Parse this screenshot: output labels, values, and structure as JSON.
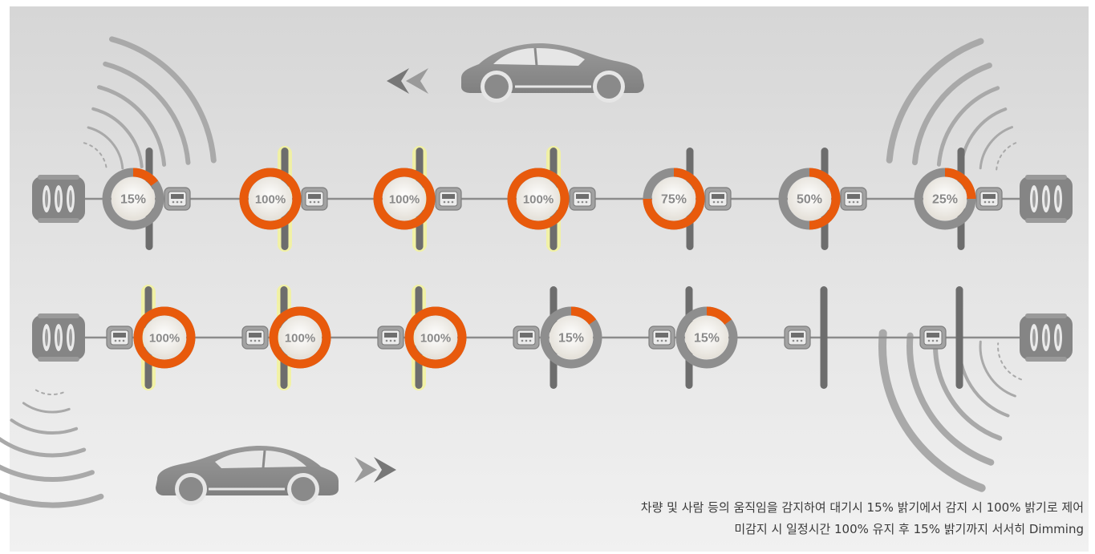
{
  "colors": {
    "accent": "#e85a0c",
    "track": "#8e8e8e",
    "lamp_glow": "#f3f39a",
    "inner": "#f2efe8",
    "device": "#858585"
  },
  "icons": {
    "car": "car-icon",
    "arrow_left": "double-chevron-left-icon",
    "arrow_right": "double-chevron-right-icon",
    "sensor": "motion-sensor-icon",
    "controller": "lamp-controller-icon"
  },
  "rows": [
    {
      "direction": "left",
      "lamps": [
        {
          "level": 15,
          "label": "15%",
          "lit": false
        },
        {
          "level": 100,
          "label": "100%",
          "lit": true
        },
        {
          "level": 100,
          "label": "100%",
          "lit": true
        },
        {
          "level": 100,
          "label": "100%",
          "lit": true
        },
        {
          "level": 75,
          "label": "75%",
          "lit": false
        },
        {
          "level": 50,
          "label": "50%",
          "lit": false
        },
        {
          "level": 25,
          "label": "25%",
          "lit": false
        }
      ]
    },
    {
      "direction": "right",
      "lamps": [
        {
          "level": 100,
          "label": "100%",
          "lit": true
        },
        {
          "level": 100,
          "label": "100%",
          "lit": true
        },
        {
          "level": 100,
          "label": "100%",
          "lit": true
        },
        {
          "level": 15,
          "label": "15%",
          "lit": false
        },
        {
          "level": 15,
          "label": "15%",
          "lit": false
        },
        {
          "level": 0,
          "label": "",
          "lit": false
        },
        {
          "level": 0,
          "label": "",
          "lit": false
        }
      ]
    }
  ],
  "caption": {
    "line1": "차량 및 사람 등의 움직임을 감지하여 대기시 15% 밝기에서 감지 시  100% 밝기로 제어",
    "line2": "미감지 시 일정시간 100% 유지 후 15% 밝기까지 서서히 Dimming"
  }
}
